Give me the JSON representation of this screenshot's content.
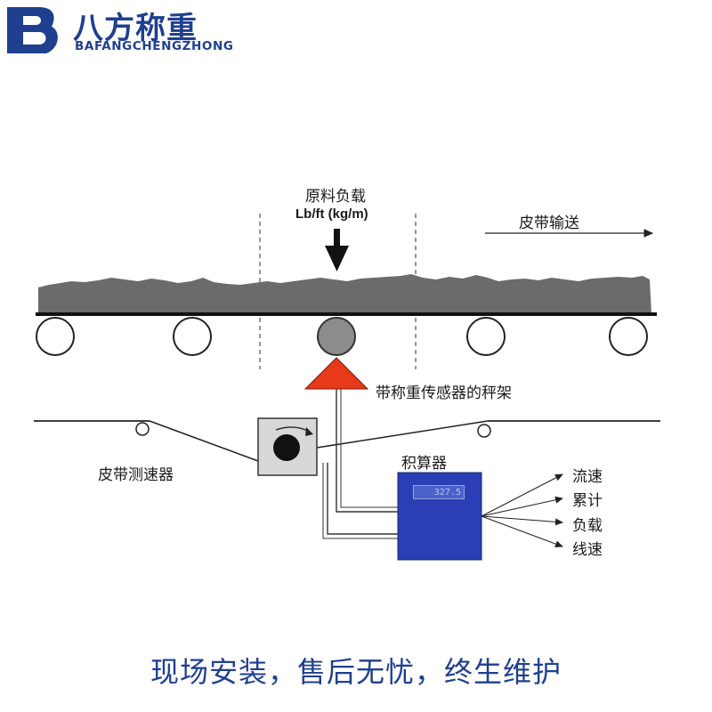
{
  "brand": {
    "name_cn": "八方称重",
    "name_en": "BAFANGCHENGZHONG",
    "color": "#1f3f8f"
  },
  "diagram": {
    "load_label": "原料负载",
    "load_units": "Lb/ft (kg/m)",
    "conveying_label": "皮带输送",
    "scale_frame_label": "带称重传感器的秤架",
    "speed_sensor_label": "皮带测速器",
    "integrator_label": "积算器",
    "integrator_display": "327.5",
    "outputs": [
      "流速",
      "累计",
      "负载",
      "线速"
    ],
    "colors": {
      "material": "#6b6b6b",
      "sensor_triangle": "#e8391b",
      "integrator": "#2a3fb5"
    }
  },
  "slogan": "现场安装，售后无忧，终生维护"
}
